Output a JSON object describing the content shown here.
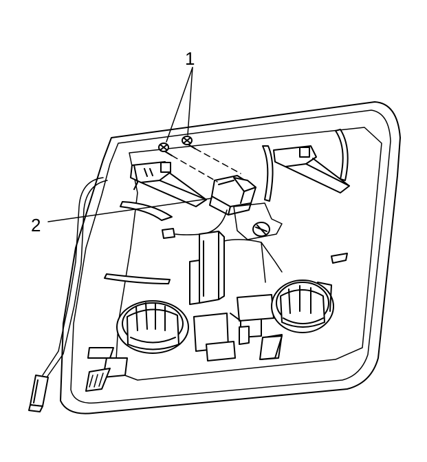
{
  "figure": {
    "callouts": [
      {
        "id": "1",
        "label": "1"
      },
      {
        "id": "2",
        "label": "2"
      }
    ]
  },
  "colors": {
    "line": "#000000",
    "fill": "#ffffff"
  }
}
